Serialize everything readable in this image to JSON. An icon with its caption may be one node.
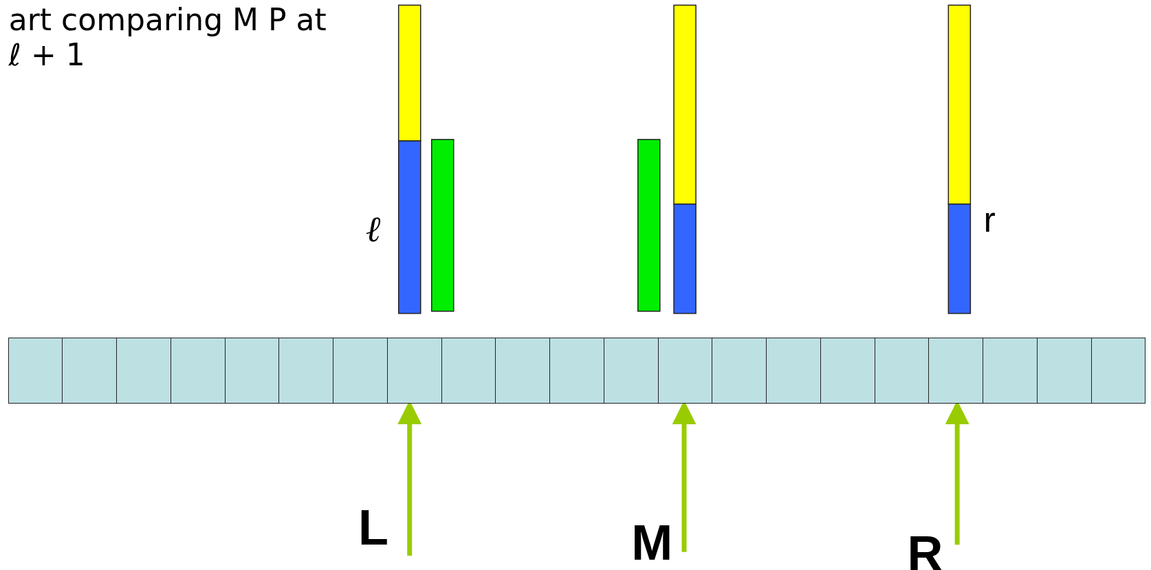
{
  "diagram": {
    "nodes": [
      {
        "text": [
          "L"
        ]
      },
      {
        "text": [
          "M"
        ]
      },
      {
        "text": [
          "R"
        ]
      },
      {
        "text": [],
        "shape": "box"
      },
      {
        "text": [],
        "shape": "box"
      },
      {
        "text": [],
        "shape": "box"
      },
      {
        "text": [],
        "shape": "box"
      },
      {
        "text": [],
        "shape": "box"
      },
      {
        "text": [],
        "shape": "box"
      },
      {
        "text": [],
        "shape": "box"
      },
      {
        "text": [],
        "shape": "box"
      },
      {
        "text": [],
        "shape": "box"
      },
      {
        "text": [],
        "shape": "box"
      },
      {
        "text": [],
        "shape": "box"
      },
      {
        "text": [],
        "shape": "box"
      },
      {
        "text": [],
        "shape": "box"
      },
      {
        "text": [],
        "shape": "box"
      },
      {
        "text": [],
        "shape": "box"
      },
      {
        "text": [],
        "shape": "box"
      },
      {
        "text": [],
        "shape": "box"
      },
      {
        "text": [],
        "shape": "box"
      },
      {
        "text": [],
        "shape": "box"
      },
      {
        "text": [],
        "shape": "box"
      },
      {
        "text": [],
        "shape": "box"
      }
    ],
    "edges": [
      {
        "from": 0,
        "to": 10,
        "arrow": "to"
      },
      {
        "from": 1,
        "to": 15,
        "arrow": "to"
      },
      {
        "from": 2,
        "to": 20,
        "arrow": "to"
      }
    ],
    "labels": [
      "art comparing M P at ℓ + 1",
      "ℓ",
      "r"
    ]
  }
}
